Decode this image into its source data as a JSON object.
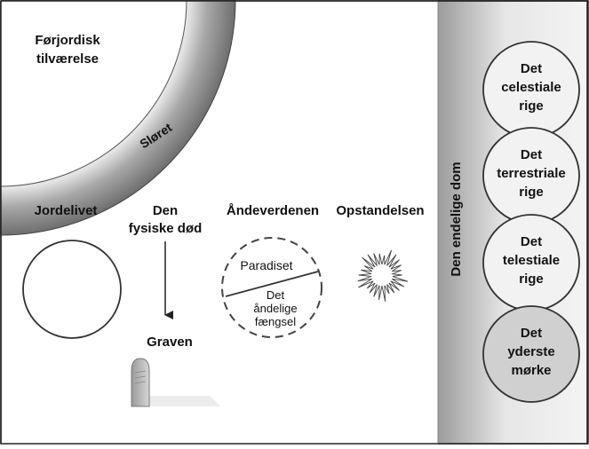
{
  "premortal": {
    "line1": "Førjordisk",
    "line2": "tilværelse"
  },
  "veil": "Sløret",
  "stages": {
    "mortal_life": "Jordelivet",
    "physical_death": {
      "line1": "Den",
      "line2": "fysiske død"
    },
    "spirit_world": "Åndeverdenen",
    "resurrection": "Opstandelsen",
    "grave": "Graven"
  },
  "spirit_world_parts": {
    "paradise": "Paradiset",
    "prison": {
      "line1": "Det",
      "line2": "åndelige",
      "line3": "fængsel"
    }
  },
  "final_judgment": "Den endelige dom",
  "kingdoms": [
    {
      "line1": "Det",
      "line2": "celestiale",
      "line3": "rige"
    },
    {
      "line1": "Det",
      "line2": "terrestriale",
      "line3": "rige"
    },
    {
      "line1": "Det",
      "line2": "telestiale",
      "line3": "rige"
    },
    {
      "line1": "Det",
      "line2": "yderste",
      "line3": "mørke"
    }
  ],
  "colors": {
    "border": "#222222",
    "veil_band": "#9a9a9a",
    "judgment_bar": "#d2d2d2",
    "kingdom_fill": "#f2f2f2",
    "outer_darkness_fill": "#d0d0d0"
  }
}
